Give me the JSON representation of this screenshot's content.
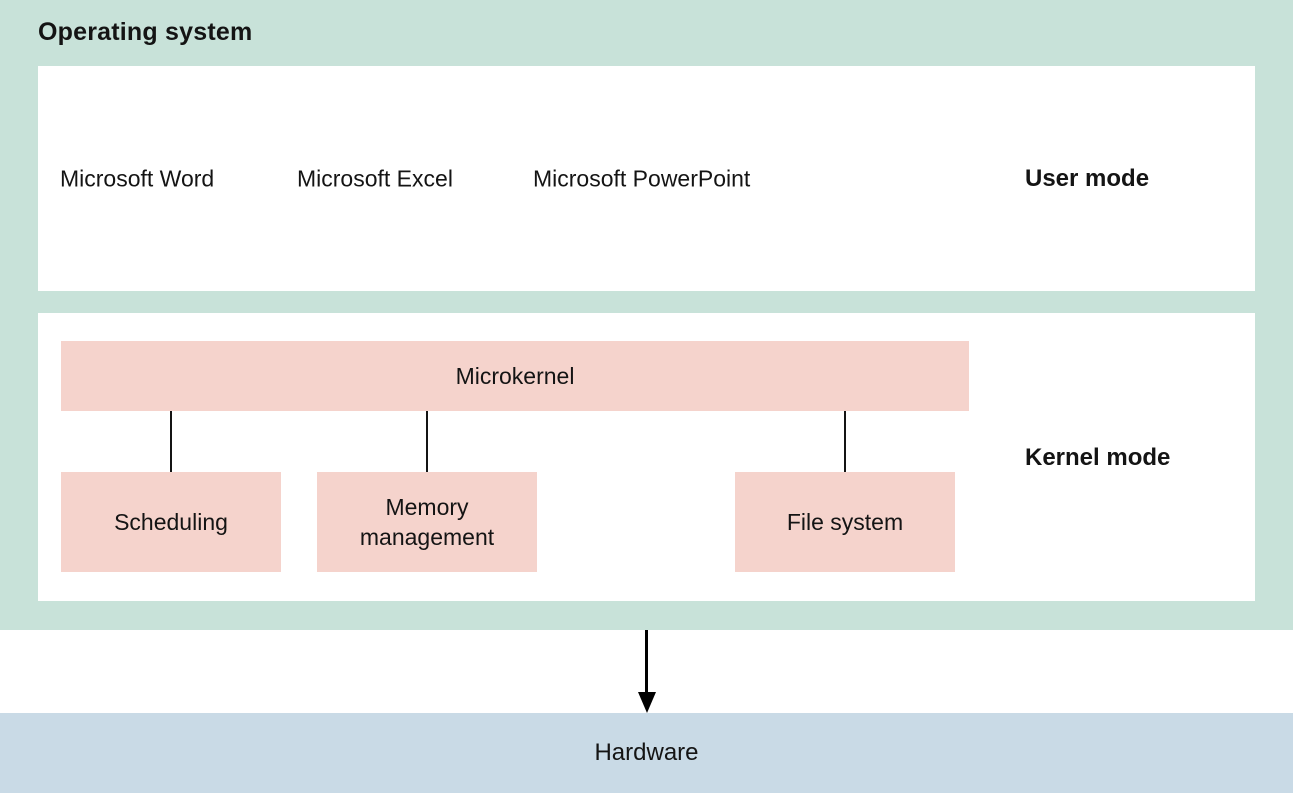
{
  "title": "Operating system",
  "colors": {
    "band_green": "#c8e2d9",
    "component_pink": "#f5d3cc",
    "hardware_blue": "#c9dae6",
    "text_ink": "#141414",
    "panel_white": "#ffffff"
  },
  "user_mode": {
    "label": "User mode",
    "apps": [
      "Microsoft Word",
      "Microsoft Excel",
      "Microsoft PowerPoint"
    ]
  },
  "kernel_mode": {
    "label": "Kernel mode",
    "microkernel_label": "Microkernel",
    "components": [
      "Scheduling",
      "Memory management",
      "File system"
    ]
  },
  "hardware": {
    "label": "Hardware"
  }
}
